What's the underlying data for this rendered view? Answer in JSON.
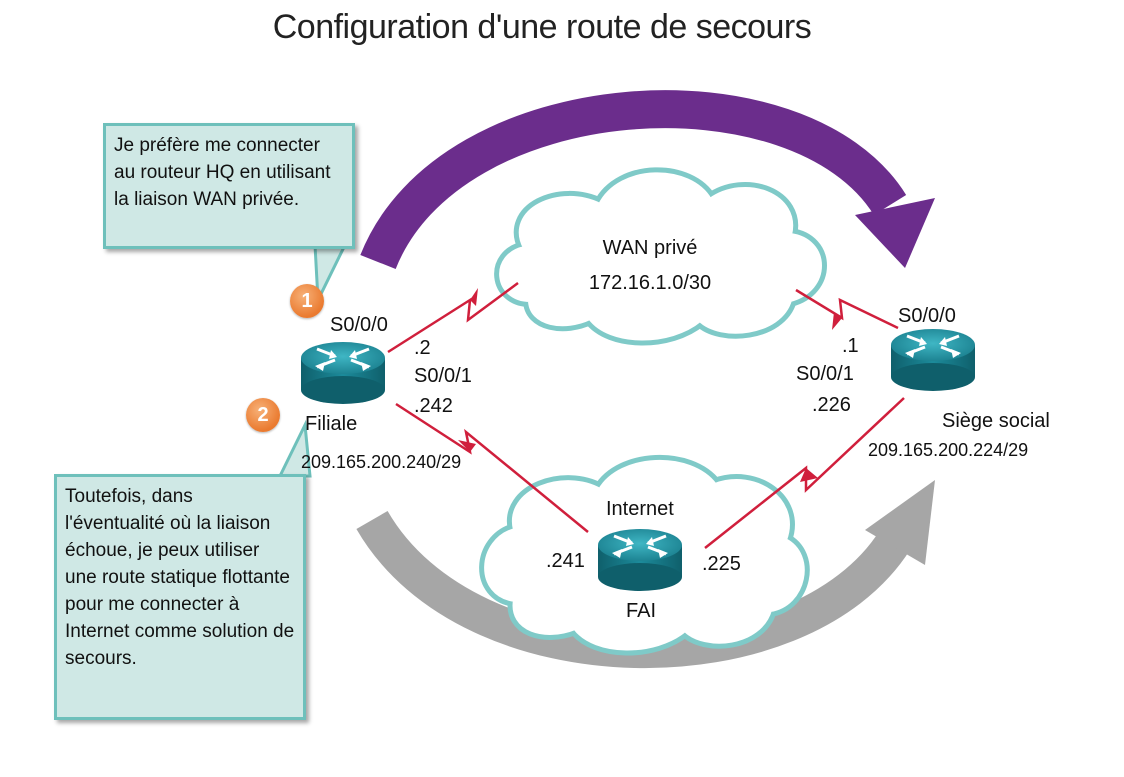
{
  "title": "Configuration d'une route de secours",
  "callouts": [
    {
      "badge": "1",
      "text": "Je préfère me connecter au routeur HQ en utilisant la liaison WAN privée."
    },
    {
      "badge": "2",
      "text": "Toutefois, dans l'éventualité où la liaison échoue, je peux utiliser une route statique flottante pour me connecter à Internet comme solution de secours."
    }
  ],
  "clouds": {
    "wan": {
      "name": "WAN privé",
      "network": "172.16.1.0/30"
    },
    "internet": {
      "name": "Internet",
      "router": "FAI"
    }
  },
  "routers": {
    "branch": {
      "name": "Filiale",
      "network": "209.165.200.240/29",
      "if1": "S0/0/0",
      "if1_ip": ".2",
      "if2": "S0/0/1",
      "if2_ip": ".242"
    },
    "hq": {
      "name": "Siège social",
      "network": "209.165.200.224/29",
      "if1": "S0/0/0",
      "if1_ip": ".1",
      "if2": "S0/0/1",
      "if2_ip": ".226"
    },
    "isp": {
      "left_ip": ".241",
      "right_ip": ".225"
    }
  },
  "colors": {
    "primary_arrow": "#6b2d8c",
    "backup_arrow": "#a6a6a6",
    "link": "#d01f3c",
    "router": "#1f8a9a",
    "cloud_border": "#7fcac8",
    "callout_bg": "#cfe8e5",
    "badge": "#ea7a2f"
  }
}
